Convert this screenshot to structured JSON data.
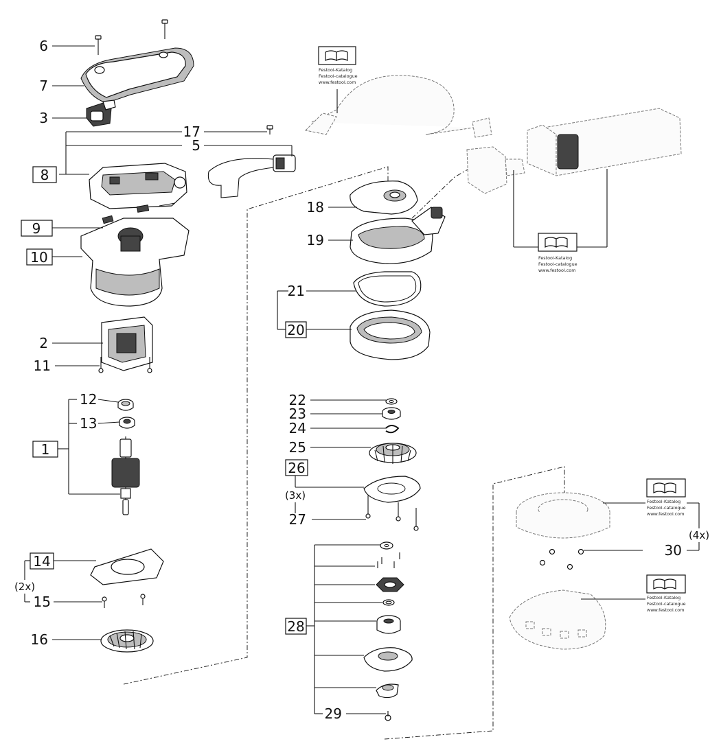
{
  "labels": {
    "p1": "1",
    "p2": "2",
    "p3": "3",
    "p5": "5",
    "p6": "6",
    "p7": "7",
    "p8": "8",
    "p9": "9",
    "p10": "10",
    "p11": "11",
    "p12": "12",
    "p13": "13",
    "p14": "14",
    "p15": "15",
    "p16": "16",
    "p17": "17",
    "p18": "18",
    "p19": "19",
    "p20": "20",
    "p21": "21",
    "p22": "22",
    "p23": "23",
    "p24": "24",
    "p25": "25",
    "p26": "26",
    "p27": "27",
    "p28": "28",
    "p29": "29",
    "p30": "30"
  },
  "quantities": {
    "q2x": "(2x)",
    "q3x": "(3x)",
    "q4x": "(4x)"
  },
  "catalog": {
    "line1": "Festool-Katalog",
    "line2": "Festool-catalogue",
    "line3": "www.festool.com"
  }
}
